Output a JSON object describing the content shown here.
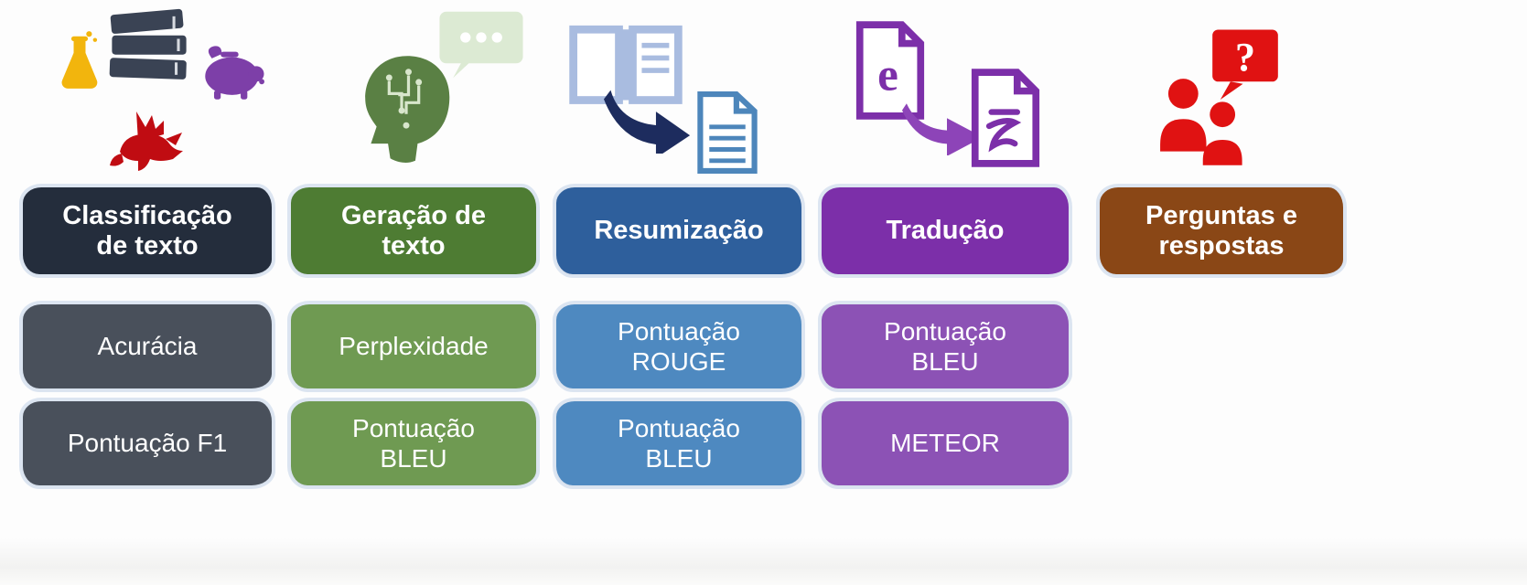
{
  "page": {
    "background": "#fdfdfd",
    "pill_halo_color": "#d6e0ee",
    "text_color": "#ffffff"
  },
  "columns": [
    {
      "id": "text-classification",
      "title": "Classificação de texto",
      "metrics": [
        "Acurácia",
        "Pontuação F1"
      ],
      "colors": {
        "header": "#242d3c",
        "metric": "#49505b"
      },
      "icons": [
        "flask-icon",
        "books-icon",
        "piggy-bank-icon",
        "dragon-icon"
      ]
    },
    {
      "id": "text-generation",
      "title": "Geração de texto",
      "metrics": [
        "Perplexidade",
        "Pontuação BLEU"
      ],
      "colors": {
        "header": "#4e7c33",
        "metric": "#6f9a52"
      },
      "icons": [
        "head-circuit-icon",
        "speech-bubble-icon"
      ]
    },
    {
      "id": "summarization",
      "title": "Resumização",
      "metrics": [
        "Pontuação ROUGE",
        "Pontuação BLEU"
      ],
      "colors": {
        "header": "#2e5f9c",
        "metric": "#4e89c0"
      },
      "icons": [
        "open-book-icon",
        "curved-arrow-icon",
        "document-icon"
      ]
    },
    {
      "id": "translation",
      "title": "Tradução",
      "metrics": [
        "Pontuação BLEU",
        "METEOR"
      ],
      "colors": {
        "header": "#7c2fa9",
        "metric": "#8c52b5"
      },
      "icons": [
        "document-letter-icon",
        "arrow-icon",
        "document-translated-icon"
      ],
      "doc_letter": "e"
    },
    {
      "id": "question-answering",
      "title": "Perguntas e respostas",
      "metrics": [],
      "colors": {
        "header": "#8a4716",
        "metric": ""
      },
      "icons": [
        "question-bubble-icon",
        "people-icon"
      ],
      "bubble_glyph": "?"
    }
  ]
}
